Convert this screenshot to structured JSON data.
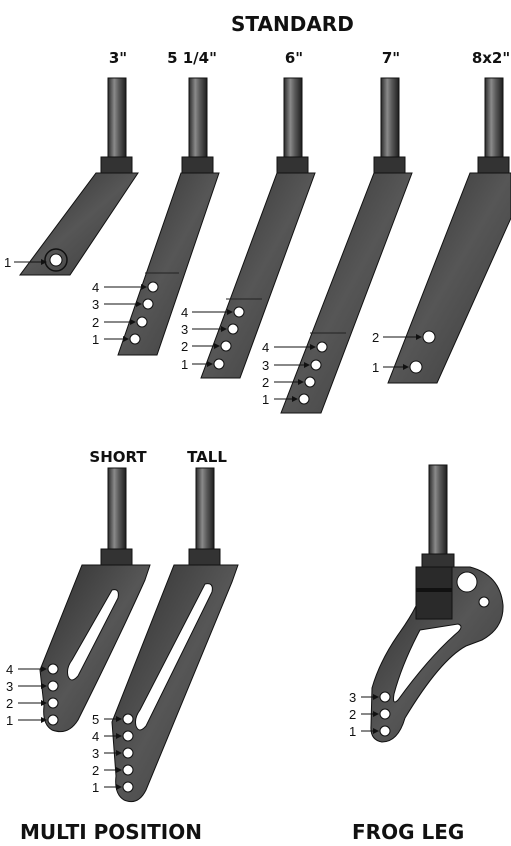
{
  "headings": {
    "standard": "STANDARD",
    "multi_position": "MULTI POSITION",
    "frog_leg": "FROG LEG"
  },
  "standard_sizes": [
    "3\"",
    "5 1/4\"",
    "6\"",
    "7\"",
    "8x2\""
  ],
  "multi_sizes": [
    "SHORT",
    "TALL"
  ],
  "colors": {
    "metal": "#4a4a4a",
    "metal_dark": "#2c2c2c",
    "hole": "#ffffff",
    "ink": "#111111"
  }
}
